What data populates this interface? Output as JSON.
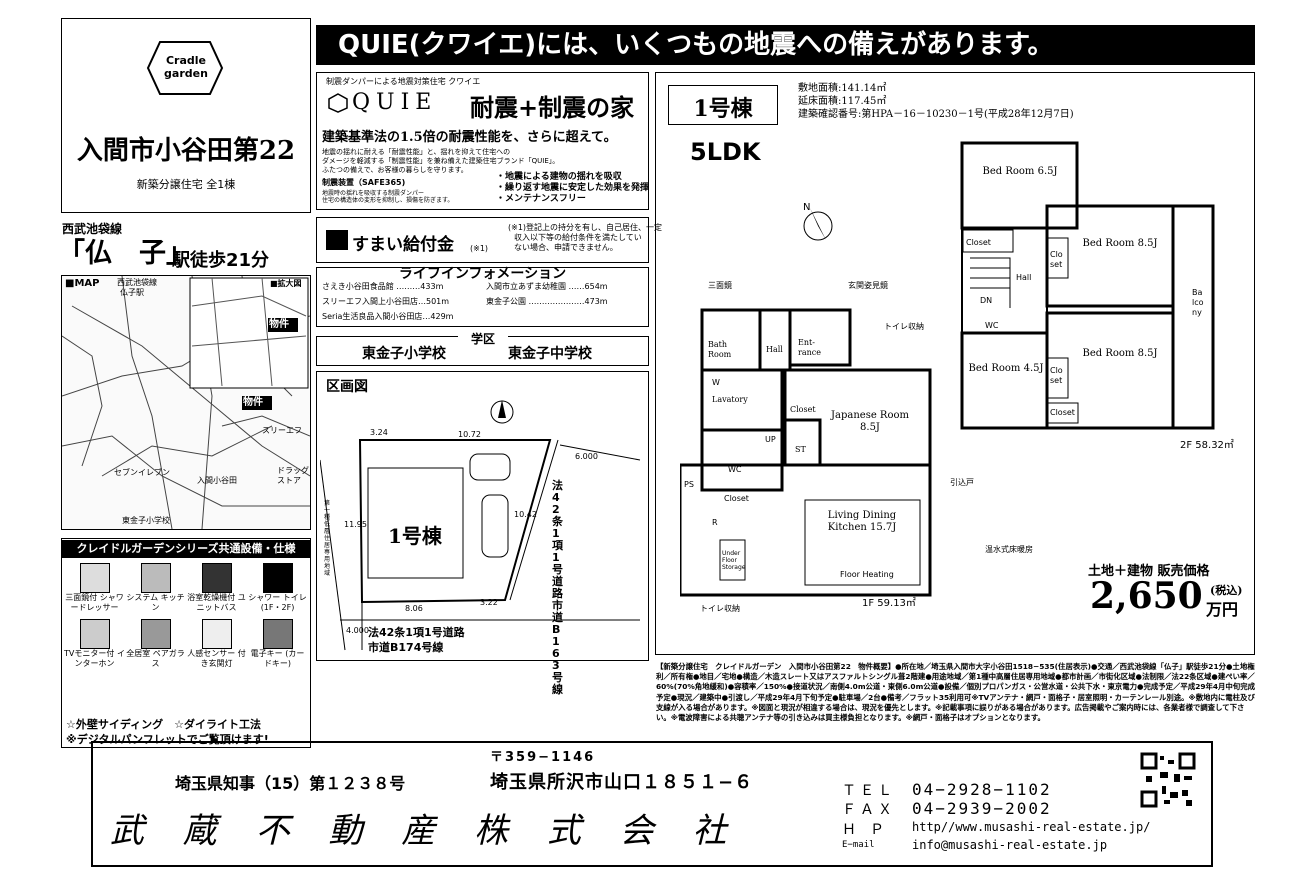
{
  "brand": {
    "logo_text": "Cradle garden",
    "property_title": "入間市小谷田第22",
    "subtitle": "新築分譲住宅 全1棟"
  },
  "access": {
    "line": "西武池袋線",
    "station": "「仏　子」",
    "walk": "駅徒歩21分"
  },
  "map": {
    "label": "■MAP",
    "labels": [
      "西武池袋線",
      "仏子駅",
      "■拡大図",
      "物件",
      "物件",
      "セブンイレブン",
      "スリーエフ",
      "ドラッグストア",
      "入間小谷田",
      "東金子小学校"
    ]
  },
  "banner": {
    "text": "QUIE(クワイエ)には、いくつもの地震への備えがあります。"
  },
  "quie": {
    "small": "制震ダンパーによる地震対策住宅 クワイエ",
    "name": "QUIE",
    "slogan": "耐震+制震の家",
    "lead": "建築基準法の1.5倍の耐震性能を、さらに超えて。",
    "desc": [
      "地震の揺れに耐える「耐震性能」と、揺れを抑えて住宅への",
      "ダメージを軽減する「制震性能」を兼ね備えた建築住宅ブランド「QUIE」。",
      "ふたつの備えで、お客様の暮らしを守ります。"
    ],
    "product": "制震装置（SAFE365)",
    "product_desc": [
      "地震時の揺れを吸収する制震ダンパー",
      "住宅の構造体の変形を抑制し、損傷を防ぎます。"
    ],
    "bullets": [
      "・地震による建物の揺れを吸収",
      "・繰り返す地震に安定した効果を発揮",
      "・メンテナンスフリー"
    ]
  },
  "kyufu": {
    "label": "すまい給付金",
    "note_mark": "(※1)",
    "note": [
      "(※1)登記上の持分を有し、自己居住、一定",
      "収入以下等の給付条件を満たしてい",
      "ない場合、申請できません。"
    ]
  },
  "lifeinfo": {
    "title": "ライフインフォメーション",
    "items": [
      "さえき小谷田食品館 ………433m",
      "入間市立あずま幼稚園 ……654m",
      "スリーエフ入間上小谷田店…501m",
      "東金子公園 …………………473m",
      "Seria生活良品入間小谷田店…429m"
    ]
  },
  "school": {
    "title": "学区",
    "elementary": "東金子小学校",
    "junior": "東金子中学校"
  },
  "plot": {
    "title": "区画図",
    "building": "1号棟",
    "dims": [
      "3.24",
      "10.72",
      "6.000",
      "11.95",
      "8.06",
      "3.22",
      "10.42",
      "4.000"
    ],
    "road_right": "法42条1項1号道路 市道B163号線",
    "road_bottom": [
      "法42条1項1号道路",
      "市道B174号線"
    ],
    "road_left": "第一種低層住居専用地域"
  },
  "series": {
    "title": "クレイドルガーデンシリーズ共通設備・仕様",
    "items": [
      "三面鏡付 シャワードレッサー",
      "システム キッチン",
      "浴室乾燥機付 ユニットバス",
      "シャワー トイレ (1F・2F)",
      "TVモニター付 インターホン",
      "全居室 ペアガラス",
      "人感センサー 付き玄関灯",
      "電子キー (カードキー)"
    ],
    "footer": [
      "☆外壁サイディング　☆ダイライト工法",
      "※デジタルパンフレットでご覧頂けます!"
    ]
  },
  "floorplan": {
    "unit": "1号棟",
    "layout": "5LDK",
    "site_area": "敷地面積:141.14㎡",
    "floor_area": "延床面積:117.45㎡",
    "permit": "建築確認番号:第HPA－16－10230－1号(平成28年12月7日)",
    "rooms_2f": [
      "Bed Room 6.5J",
      "Bed Room 8.5J",
      "Bed Room 4.5J",
      "Bed Room 8.5J",
      "Closet",
      "Closet",
      "Closet",
      "Closet",
      "Hall",
      "WC",
      "DN",
      "Balcony"
    ],
    "rooms_1f": [
      "Bath Room",
      "Hall",
      "Ent-rance",
      "Lavatory",
      "Japanese Room 8.5J",
      "ST",
      "Closet",
      "UP",
      "WC",
      "PS",
      "Closet",
      "Living Dining Kitchen 15.7J",
      "Floor Heating",
      "Under Floor Storage",
      "R",
      "W"
    ],
    "labels": [
      "三面鏡",
      "玄関姿見鏡",
      "トイレ収納",
      "引込戸",
      "温水式床暖房",
      "トイレ収納"
    ],
    "area_2f": "2F 58.32㎡",
    "area_1f": "1F 59.13㎡"
  },
  "price": {
    "label": "土地＋建物 販売価格",
    "amount": "2,650",
    "unit": "万円",
    "tax": "(税込)"
  },
  "overview": {
    "text": "【新築分譲住宅　クレイドルガーデン　入間市小谷田第22　物件概要】●所在地／埼玉県入間市大字小谷田1518−535(住居表示)●交通／西武池袋線「仏子」駅徒歩21分●土地権利／所有権●地目／宅地●構造／木造スレート又はアスファルトシングル葺2階建●用途地域／第1種中高層住居専用地域●都市計画／市街化区域●法制限／法22条区域●建ぺい率／60%(70%角地緩和)●容積率／150%●接道状況／南側4.0m公道・東側6.0m公道●設備／個別プロパンガス・公営水道・公共下水・東京電力●完成予定／平成29年4月中旬完成予定●現況／建築中●引渡し／平成29年4月下旬予定●駐車場／2台●備考／フラット35利用可※TVアンテナ・網戸・面格子・居室照明・カーテンレール別途。※敷地内に電柱及び支線が入る場合があります。※図面と現況が相違する場合は、現況を優先とします。※記載事項に誤りがある場合があります。広告掲載やご案内時には、各業者様で調査して下さい。※電波障害による共聴アンテナ等の引き込みは買主様負担となります。※網戸・面格子はオプションとなります。"
  },
  "company": {
    "license": "埼玉県知事（15）第１２３８号",
    "postal": "〒359−1146",
    "address": "埼玉県所沢市山口１８５１−６",
    "name": "武 蔵 不 動 産 株 式 会 社",
    "tel_label": "ＴＥＬ",
    "tel": "04−2928−1102",
    "fax_label": "ＦＡＸ",
    "fax": "04−2939−2002",
    "hp_label": "Ｈ　Ｐ",
    "hp": "http//www.musashi-real-estate.jp/",
    "mail_label": "E−mail",
    "mail": "info@musashi-real-estate.jp"
  }
}
